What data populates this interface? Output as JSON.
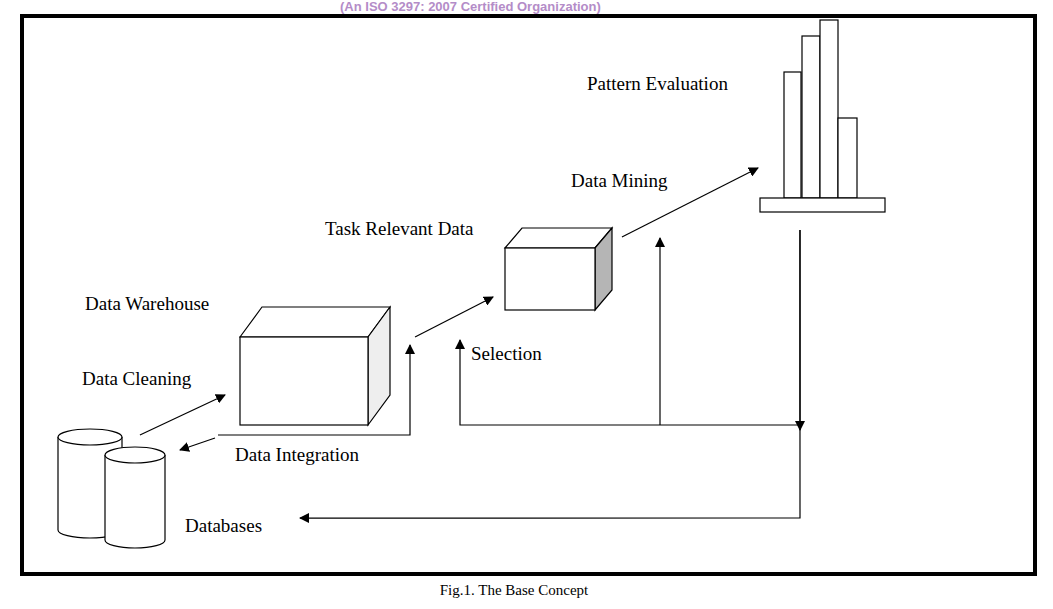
{
  "diagram": {
    "caption": "Fig.1. The Base Concept",
    "nodes": [
      {
        "text": [
          "Databases"
        ]
      },
      {
        "text": [
          "Data Warehouse"
        ]
      },
      {
        "text": [
          "Task Relevant Data"
        ]
      },
      {
        "text": [
          "Pattern Evaluation"
        ]
      }
    ],
    "edges": [
      {
        "from": 0,
        "to": 1,
        "label": "Data Cleaning",
        "arrow": "to"
      },
      {
        "from": 1,
        "to": 2,
        "arrow": "to"
      },
      {
        "from": 2,
        "to": 3,
        "label": "Data Mining",
        "arrow": "to"
      },
      {
        "from": 3,
        "to": 0,
        "arrow": "to"
      }
    ],
    "labels": [
      "(An ISO 3297: 2007 Certified Organization)",
      "Data Integration",
      "Selection"
    ]
  }
}
